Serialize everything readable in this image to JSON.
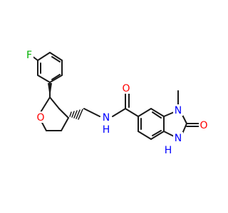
{
  "molecule": {
    "atoms": {
      "fluorine": {
        "text": "F",
        "color": "#00b000"
      },
      "ring_oxygen": {
        "text": "O",
        "color": "#ff0000"
      },
      "amide_oxygen": {
        "text": "O",
        "color": "#ff0000"
      },
      "urea_oxygen": {
        "text": "O",
        "color": "#ff0000"
      },
      "amide_nitrogen": {
        "text": "N",
        "color": "#0000ff"
      },
      "amide_hydrogen": {
        "text": "H",
        "color": "#0000ff"
      },
      "methyl_nitrogen": {
        "text": "N",
        "color": "#0000ff"
      },
      "nh_nitrogen": {
        "text": "N",
        "color": "#0000ff"
      },
      "nh_hydrogen": {
        "text": "H",
        "color": "#0000ff"
      }
    },
    "bond_color": "#1a1a1a"
  }
}
